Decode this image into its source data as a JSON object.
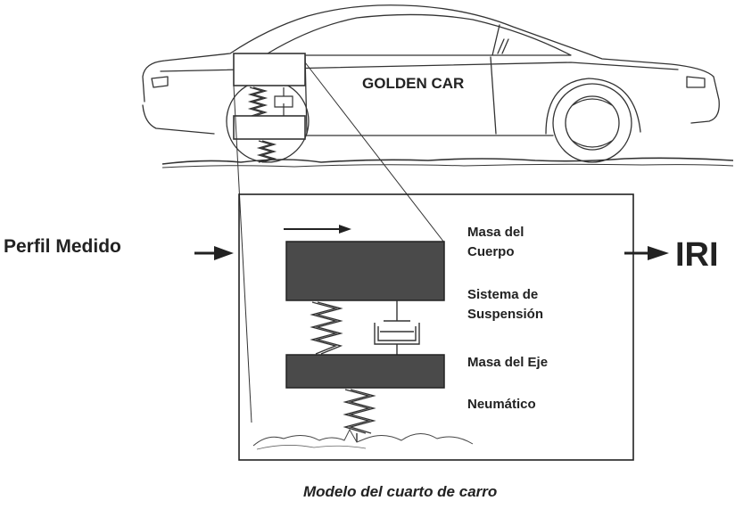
{
  "car": {
    "brand_label": "GOLDEN CAR"
  },
  "input": {
    "label": "Perfil Medido"
  },
  "output": {
    "label": "IRI"
  },
  "model": {
    "labels": {
      "body_mass_line1": "Masa del",
      "body_mass_line2": "Cuerpo",
      "suspension_line1": "Sistema de",
      "suspension_line2": "Suspensión",
      "axle_mass": "Masa del Eje",
      "tire": "Neumático"
    }
  },
  "caption": "Modelo del cuarto de carro",
  "colors": {
    "mass_fill": "#4a4a4a",
    "line": "#333333"
  }
}
